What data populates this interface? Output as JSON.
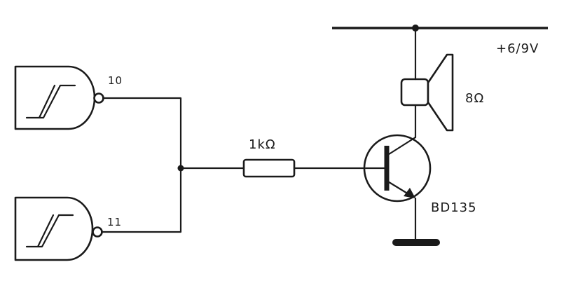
{
  "labels": {
    "gate_top_pin": "10",
    "gate_bottom_pin": "11",
    "resistor": "1kΩ",
    "speaker": "8Ω",
    "supply": "+6/9V",
    "transistor": "BD135"
  },
  "colors": {
    "ink": "#1a1a1a",
    "paper": "#ffffff"
  }
}
